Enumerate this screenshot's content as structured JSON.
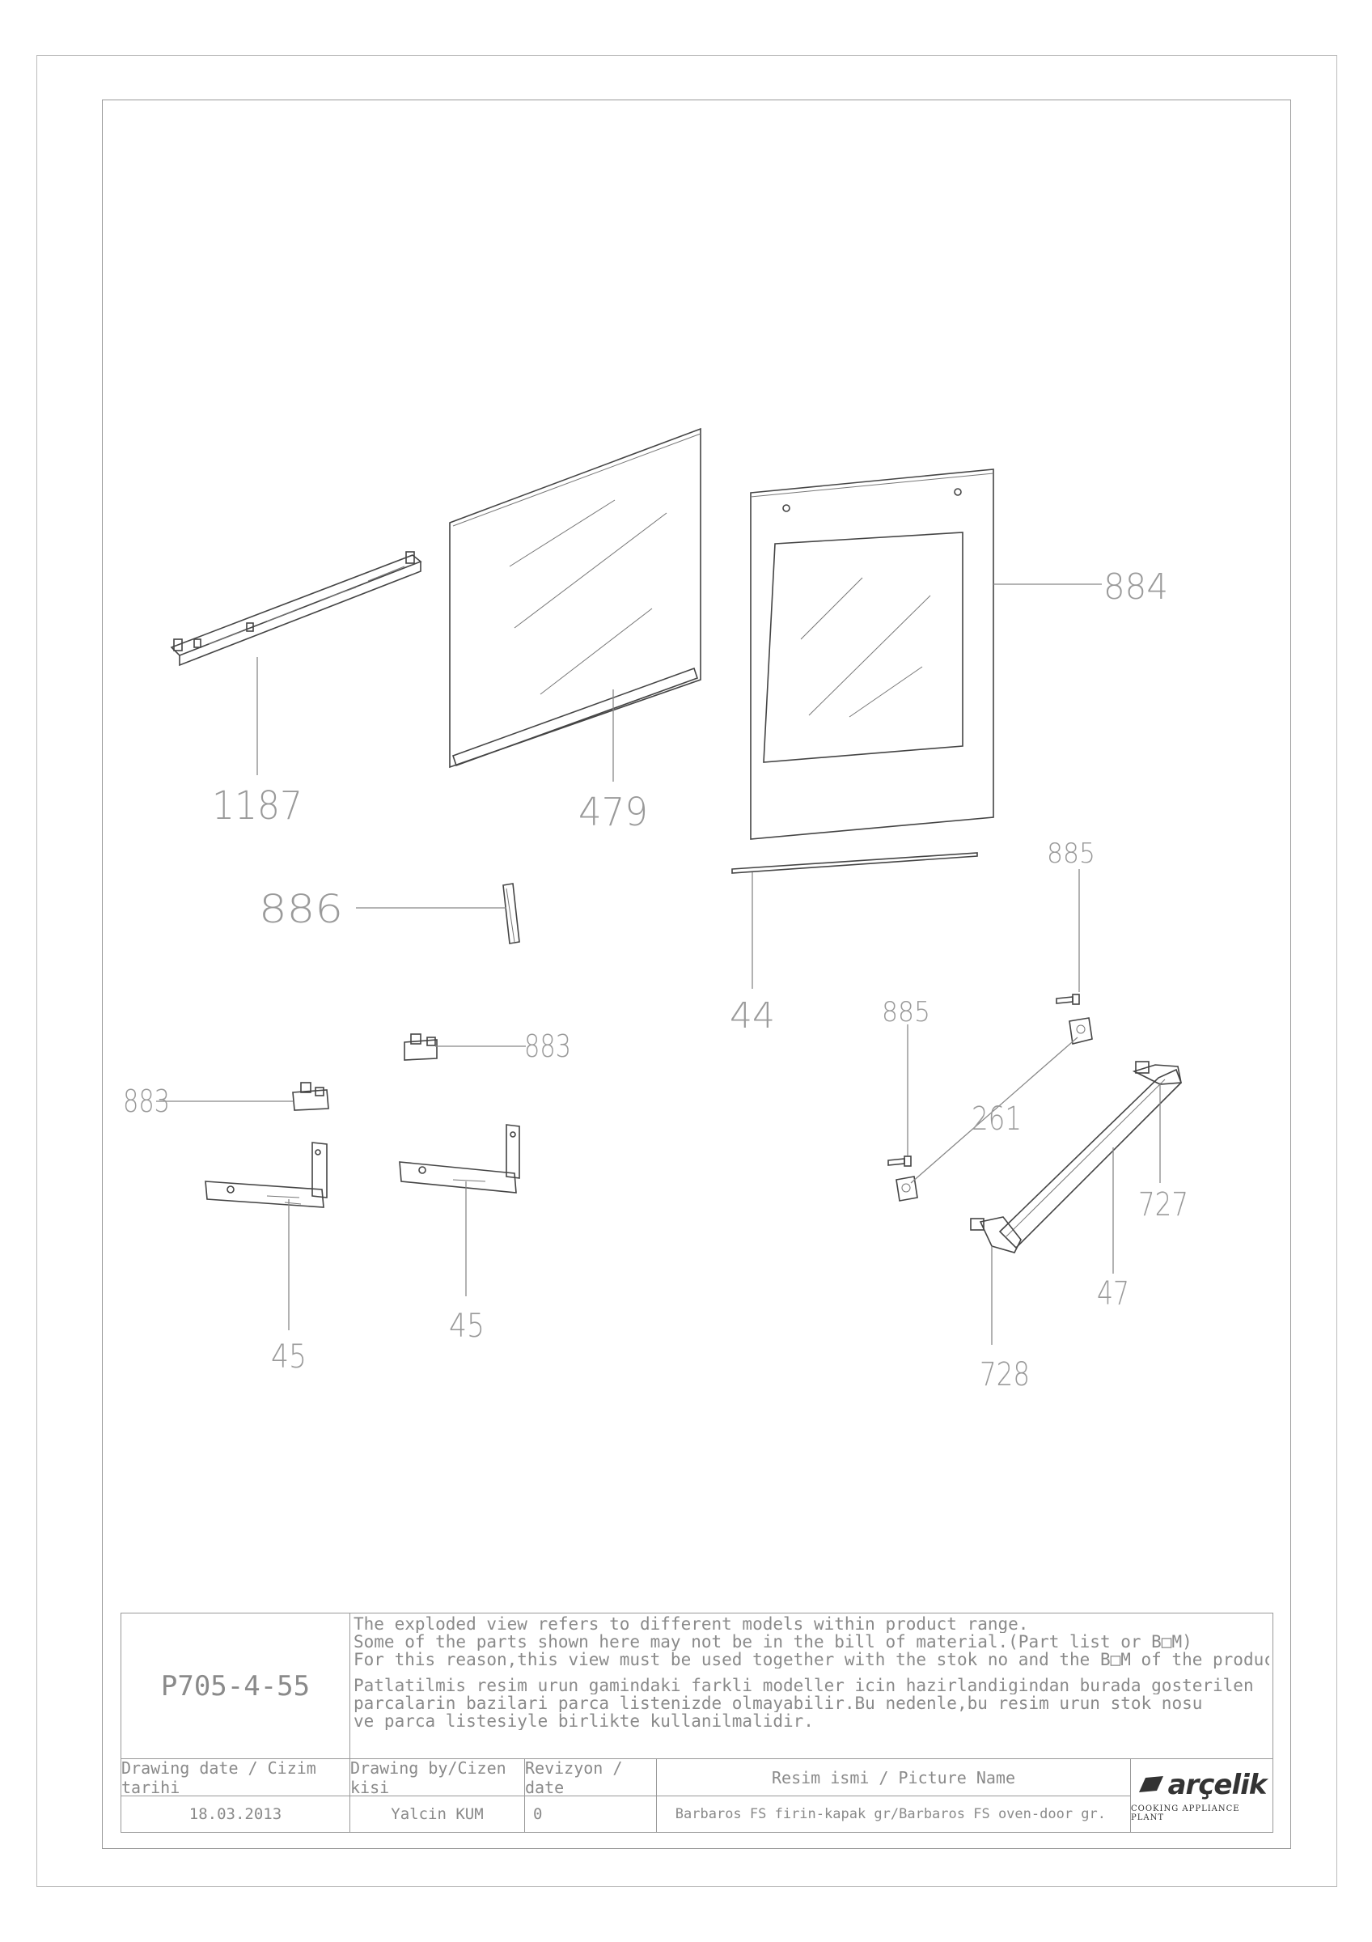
{
  "callouts": {
    "c1187": "1187",
    "c479": "479",
    "c884": "884",
    "c886": "886",
    "c885_top": "885",
    "c44": "44",
    "c883_upper": "883",
    "c883_left": "883",
    "c885_mid": "885",
    "c261": "261",
    "c727": "727",
    "c47": "47",
    "c728": "728",
    "c45_left": "45",
    "c45_right": "45"
  },
  "title_block": {
    "drawing_code": "P705-4-55",
    "notes": [
      "The exploded view refers to different models within product range.",
      "Some of the parts shown here may not be in the bill of material.(Part list or B□M)",
      "For this reason,this view must be used together with the stok no and the B□M of the product",
      "Patlatilmis resim urun gamindaki farkli modeller icin hazirlandigindan burada gosterilen",
      "parcalarin bazilari parca listenizde olmayabilir.Bu nedenle,bu resim urun stok nosu",
      "ve parca listesiyle birlikte kullanilmalidir."
    ],
    "headers": {
      "date": "Drawing date / Cizim tarihi",
      "by": "Drawing by/Cizen kisi",
      "rev": "Revizyon / date",
      "name": "Resim ismi / Picture Name"
    },
    "values": {
      "date": "18.03.2013",
      "by": "Yalcin KUM",
      "rev": "0",
      "name": "Barbaros FS firin-kapak gr/Barbaros FS oven-door gr."
    },
    "logo": {
      "word": "arçelik",
      "subtitle": "COOKING APPLIANCE PLANT"
    }
  }
}
